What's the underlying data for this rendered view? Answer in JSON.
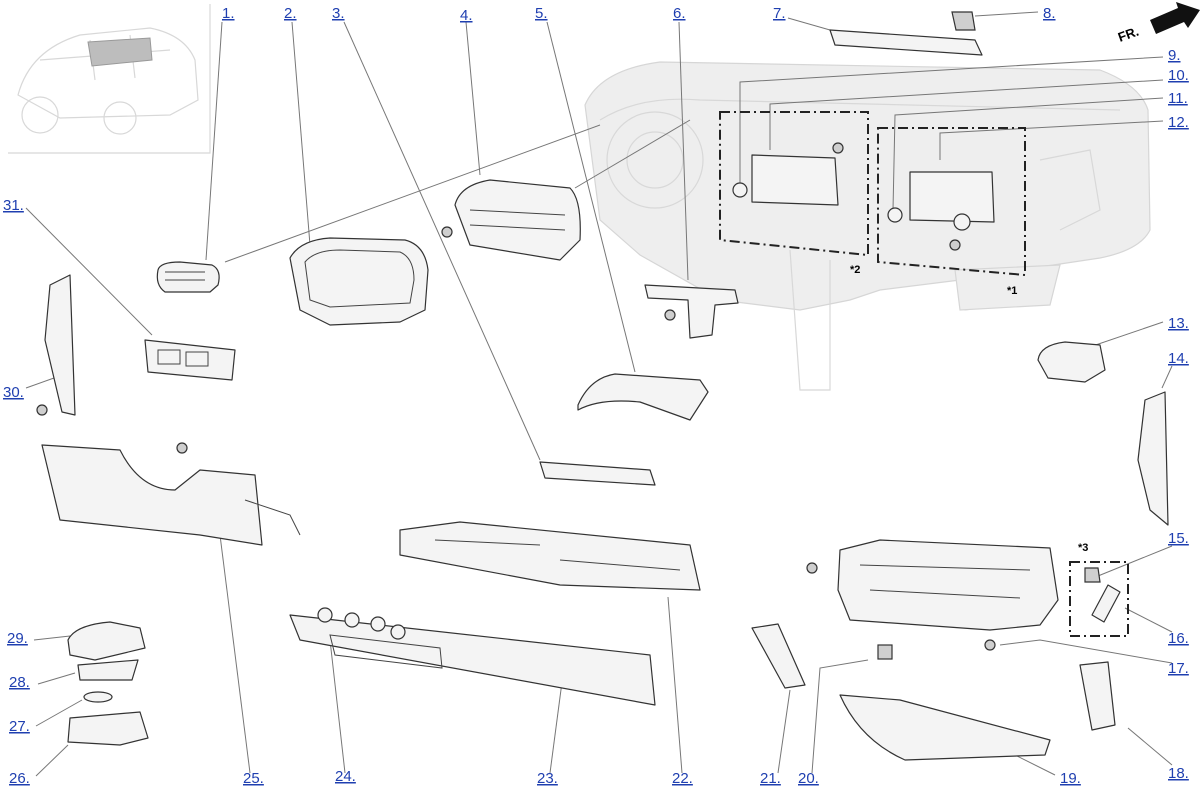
{
  "callouts": [
    {
      "id": "1",
      "label": "1."
    },
    {
      "id": "2",
      "label": "2."
    },
    {
      "id": "3",
      "label": "3."
    },
    {
      "id": "4",
      "label": "4."
    },
    {
      "id": "5",
      "label": "5."
    },
    {
      "id": "6",
      "label": "6."
    },
    {
      "id": "7",
      "label": "7."
    },
    {
      "id": "8",
      "label": "8."
    },
    {
      "id": "9",
      "label": "9."
    },
    {
      "id": "10",
      "label": "10."
    },
    {
      "id": "11",
      "label": "11."
    },
    {
      "id": "12",
      "label": "12."
    },
    {
      "id": "13",
      "label": "13."
    },
    {
      "id": "14",
      "label": "14."
    },
    {
      "id": "15",
      "label": "15."
    },
    {
      "id": "16",
      "label": "16."
    },
    {
      "id": "17",
      "label": "17."
    },
    {
      "id": "18",
      "label": "18."
    },
    {
      "id": "19",
      "label": "19."
    },
    {
      "id": "20",
      "label": "20."
    },
    {
      "id": "21",
      "label": "21."
    },
    {
      "id": "22",
      "label": "22."
    },
    {
      "id": "23",
      "label": "23."
    },
    {
      "id": "24",
      "label": "24."
    },
    {
      "id": "25",
      "label": "25."
    },
    {
      "id": "26",
      "label": "26."
    },
    {
      "id": "27",
      "label": "27."
    },
    {
      "id": "28",
      "label": "28."
    },
    {
      "id": "29",
      "label": "29."
    },
    {
      "id": "30",
      "label": "30."
    },
    {
      "id": "31",
      "label": "31."
    }
  ],
  "notes": {
    "n1": "*1",
    "n2": "*2",
    "n3": "*3"
  },
  "direction": {
    "label": "FR."
  },
  "colors": {
    "callout": "#1f3fb0",
    "leader": "#777777",
    "ghost": "#eeeeee",
    "outline": "#333333"
  }
}
